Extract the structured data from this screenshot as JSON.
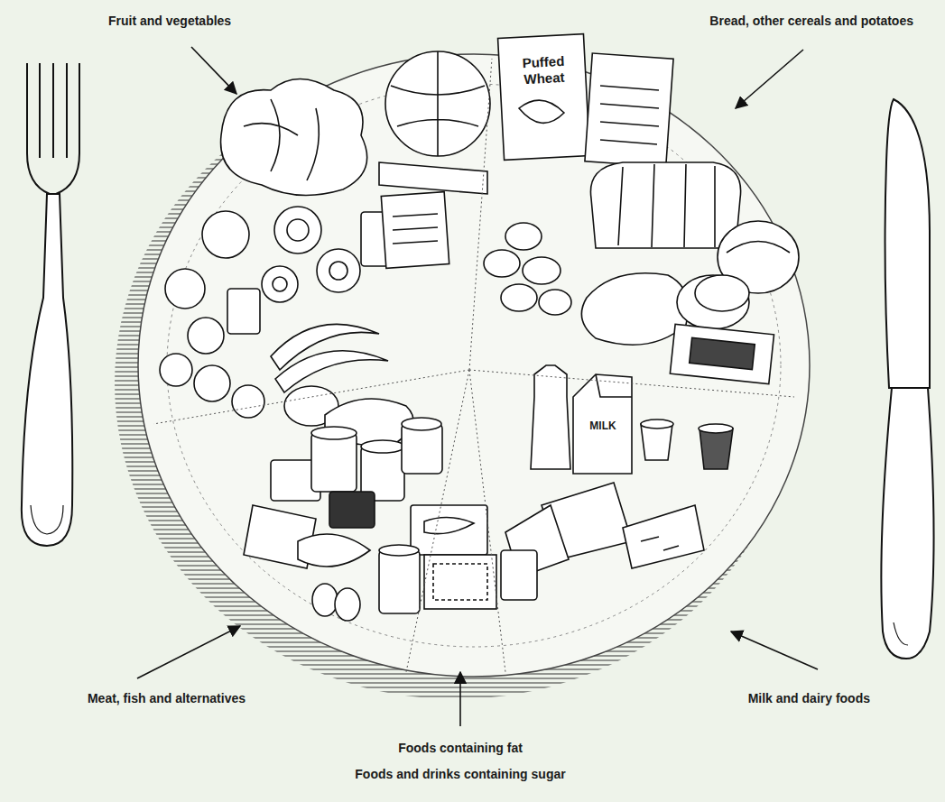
{
  "diagram": {
    "labels": [
      "Fruit and vegetables",
      "Bread, other cereals and potatoes",
      "Puffed Wheat",
      "MILK",
      "Meat, fish and alternatives",
      "Milk and dairy foods",
      "Foods containing fat",
      "Foods and drinks containing sugar"
    ]
  }
}
